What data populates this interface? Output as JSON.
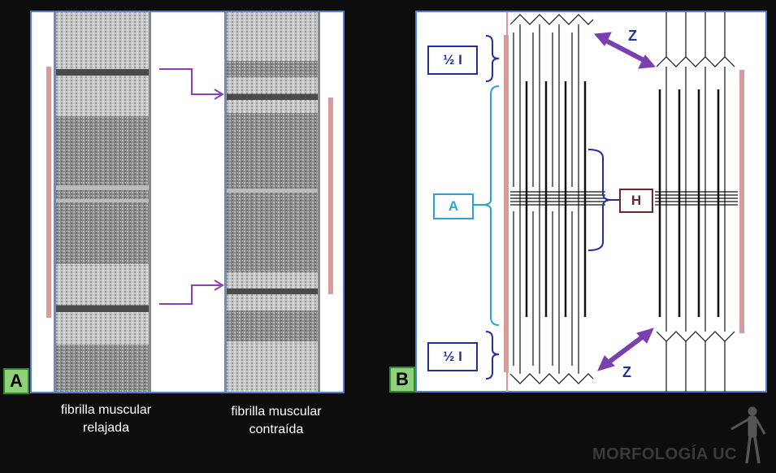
{
  "panel_a": {
    "badge": "A",
    "caption_relaxed": [
      "fibrilla muscular",
      "relajada"
    ],
    "caption_contracted": [
      "fibrilla muscular",
      "contraída"
    ]
  },
  "panel_b": {
    "badge": "B",
    "label_half_i_top": "½ I",
    "label_half_i_bottom": "½ I",
    "label_a_band": "A",
    "label_h_zone": "H",
    "label_z_top": "Z",
    "label_z_bottom": "Z"
  },
  "logo": "MORFOLOGÍA UC",
  "colors": {
    "panel_border": "#4f7fd0",
    "badge_fill": "#8fd07a",
    "pink_bar": "#d99a9a",
    "arrow_purple": "#8b3fbf",
    "half_i_blue": "#23309a",
    "a_band_cyan": "#2aa4d8",
    "h_zone_brown": "#6b2a2a"
  }
}
